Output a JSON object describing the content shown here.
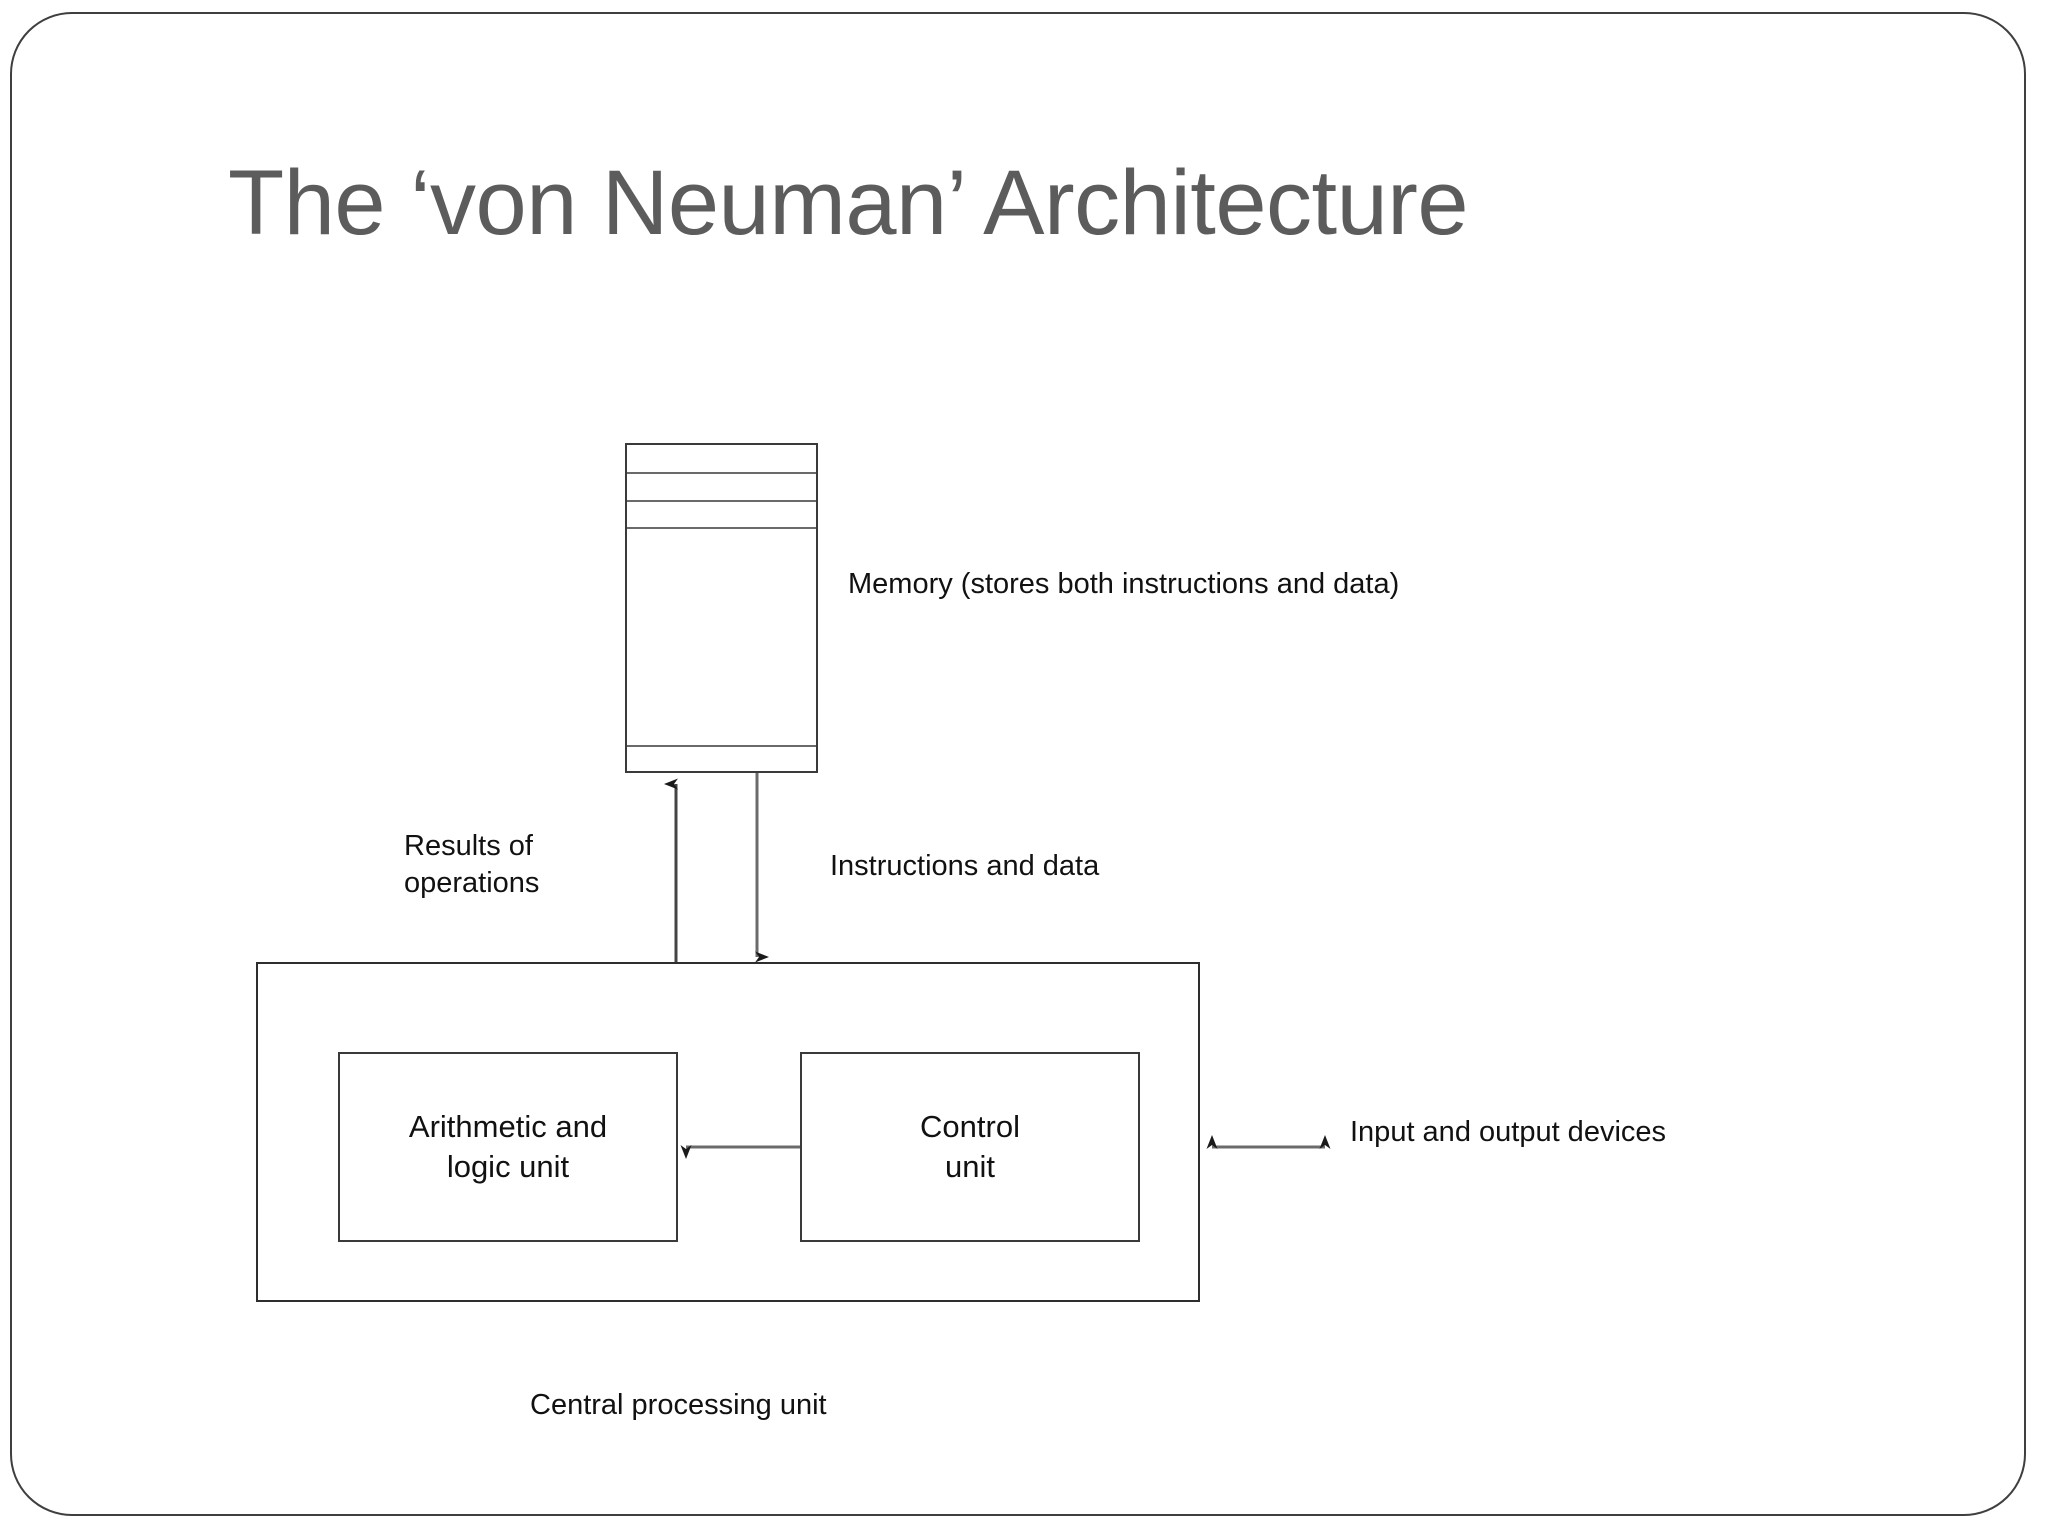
{
  "slide": {
    "title": "The ‘von Neuman’ Architecture",
    "title_color": "#5c5c5c",
    "background_color": "#ffffff",
    "frame_color": "#3f3f3f"
  },
  "diagram": {
    "type": "block-diagram",
    "line_color": "#333333",
    "text_color": "#111111",
    "memory": {
      "label": "Memory (stores both instructions and data)",
      "cell_count": 4
    },
    "cpu": {
      "caption": "Central processing unit",
      "units": [
        {
          "name": "alu",
          "label_line1": "Arithmetic and",
          "label_line2": "logic unit"
        },
        {
          "name": "control",
          "label_line1": "Control",
          "label_line2": "unit"
        }
      ]
    },
    "connections": [
      {
        "name": "results-of-operations",
        "label": "Results of\noperations",
        "from": "cpu",
        "to": "memory",
        "direction": "up"
      },
      {
        "name": "instructions-and-data",
        "label": "Instructions and data",
        "from": "memory",
        "to": "cpu",
        "direction": "down"
      },
      {
        "name": "control-to-alu",
        "label": "",
        "from": "control-unit",
        "to": "alu",
        "direction": "left"
      },
      {
        "name": "io-link",
        "label": "Input and output devices",
        "from": "cpu",
        "to": "io-devices",
        "direction": "both"
      }
    ],
    "labels": {
      "results_of_operations_line1": "Results of",
      "results_of_operations_line2": "operations",
      "instructions_and_data": "Instructions and data",
      "input_and_output_devices": "Input and output devices"
    }
  }
}
